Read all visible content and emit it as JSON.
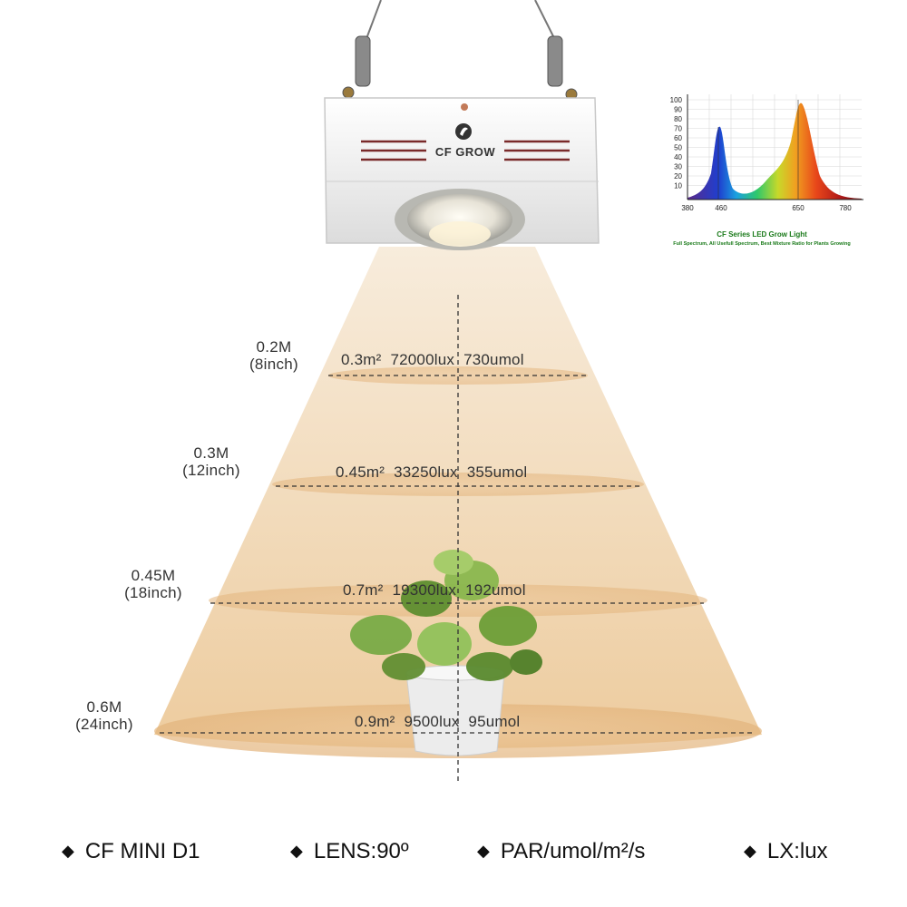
{
  "brand": "CF GROW",
  "levels": [
    {
      "height_m": "0.2M",
      "height_in": "(8inch)",
      "area": "0.3m²",
      "lux": "72000lux",
      "par": "730umol"
    },
    {
      "height_m": "0.3M",
      "height_in": "(12inch)",
      "area": "0.45m²",
      "lux": "33250lux",
      "par": "355umol"
    },
    {
      "height_m": "0.45M",
      "height_in": "(18inch)",
      "area": "0.7m²",
      "lux": "19300lux",
      "par": "192umol"
    },
    {
      "height_m": "0.6M",
      "height_in": "(24inch)",
      "area": "0.9m²",
      "lux": "9500lux",
      "par": "95umol"
    }
  ],
  "footer": [
    {
      "text": "CF MINI D1"
    },
    {
      "text": "LENS:90º"
    },
    {
      "text": "PAR/umol/m²/s"
    },
    {
      "text": "LX:lux"
    }
  ],
  "spectrum": {
    "title": "CF Series LED Grow Light",
    "subtitle": "Full Spectrum, All Usefull Spectrum, Best Mixture Ratio for Plants Growing",
    "y_ticks": [
      "100",
      "90",
      "80",
      "70",
      "60",
      "50",
      "40",
      "30",
      "20",
      "10"
    ],
    "x_ticks": [
      "380",
      "460",
      "650",
      "780"
    ]
  },
  "colors": {
    "light_cone": "#e9c698",
    "accent_line": "#333333"
  }
}
